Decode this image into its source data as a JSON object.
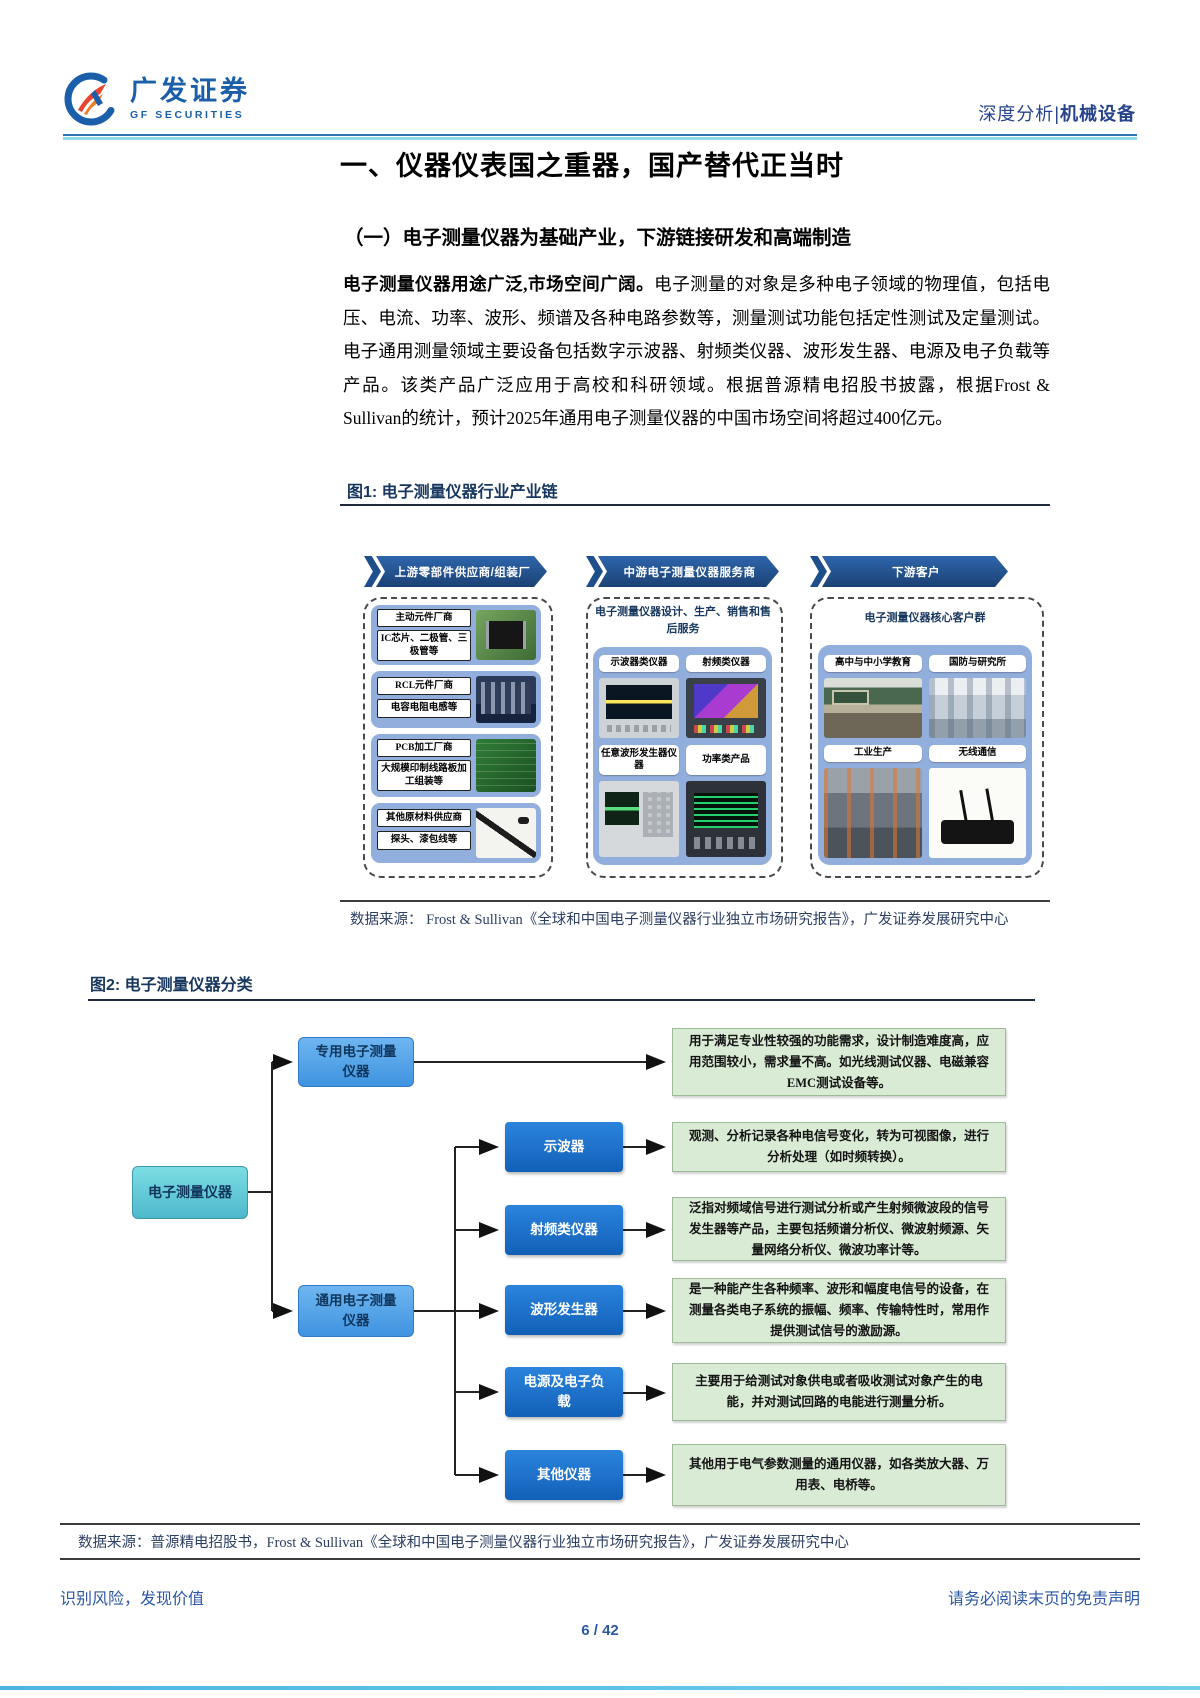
{
  "colors": {
    "brand_blue": "#1B5FAA",
    "title_navy": "#17375E",
    "banner_blue": "#1F4E8C",
    "block_blue": "#92AEDC",
    "root_cyan": "#5FC9D5",
    "branch_blue": "#55A7EB",
    "type_blue": "#1B6FD0",
    "green_box": "#D9EBD5",
    "footer_blue": "#2B57A5",
    "bottom_rule_cyan": "#5AC8E8"
  },
  "header": {
    "logo_cn": "广发证券",
    "logo_en": "GF SECURITIES",
    "right_label": "深度分析",
    "right_separator": "|",
    "right_category": "机械设备"
  },
  "section": {
    "h1": "一、仪器仪表国之重器，国产替代正当时",
    "h2": "（一）电子测量仪器为基础产业，下游链接研发和高端制造"
  },
  "paragraph": {
    "bold_lead": "电子测量仪器用途广泛,市场空间广阔。",
    "body": "电子测量的对象是多种电子领域的物理值，包括电压、电流、功率、波形、频谱及各种电路参数等，测量测试功能包括定性测试及定量测试。电子通用测量领域主要设备包括数字示波器、射频类仪器、波形发生器、电源及电子负载等产品。该类产品广泛应用于高校和科研领域。根据普源精电招股书披露，根据Frost & Sullivan的统计，预计2025年通用电子测量仪器的中国市场空间将超过400亿元。"
  },
  "figure1": {
    "title": "图1:  电子测量仪器行业产业链",
    "source": "数据来源：  Frost & Sullivan《全球和中国电子测量仪器行业独立市场研究报告》，广发证券发展研究中心",
    "upstream": {
      "header": "上游零部件供应商/组装厂",
      "blocks": [
        {
          "title": "主动元件厂商",
          "desc": "IC芯片、二极管、三极管等"
        },
        {
          "title": "RCL元件厂商",
          "desc": "电容电阻电感等"
        },
        {
          "title": "PCB加工厂商",
          "desc": "大规模印制线路板加工组装等"
        },
        {
          "title": "其他原材料供应商",
          "desc": "探头、漆包线等"
        }
      ]
    },
    "midstream": {
      "header": "中游电子测量仪器服务商",
      "subtitle": "电子测量仪器设计、生产、销售和售后服务",
      "items": [
        "示波器类仪器",
        "射频类仪器",
        "任意波形发生器仪器",
        "功率类产品"
      ]
    },
    "downstream": {
      "header": "下游客户",
      "subtitle": "电子测量仪器核心客户群",
      "items": [
        "高中与中小学教育",
        "国防与研究所",
        "工业生产",
        "无线通信"
      ]
    }
  },
  "figure2": {
    "title": "图2:  电子测量仪器分类",
    "root": "电子测量仪器",
    "branches": [
      "专用电子测量仪器",
      "通用电子测量仪器"
    ],
    "general_types": [
      "示波器",
      "射频类仪器",
      "波形发生器",
      "电源及电子负载",
      "其他仪器"
    ],
    "descriptions": [
      "用于满足专业性较强的功能需求，设计制造难度高，应用范围较小，需求量不高。如光线测试仪器、电磁兼容EMC测试设备等。",
      "观测、分析记录各种电信号变化，转为可视图像，进行分析处理（如时频转换）。",
      "泛指对频域信号进行测试分析或产生射频微波段的信号发生器等产品，主要包括频谱分析仪、微波射频源、矢量网络分析仪、微波功率计等。",
      "是一种能产生各种频率、波形和幅度电信号的设备，在测量各类电子系统的振幅、频率、传输特性时，常用作提供测试信号的激励源。",
      "主要用于给测试对象供电或者吸收测试对象产生的电能，并对测试回路的电能进行测量分析。",
      "其他用于电气参数测量的通用仪器，如各类放大器、万用表、电桥等。"
    ],
    "source": "数据来源：普源精电招股书，Frost & Sullivan《全球和中国电子测量仪器行业独立市场研究报告》，广发证券发展研究中心"
  },
  "footer": {
    "left": "识别风险，发现价值",
    "right": "请务必阅读末页的免责声明",
    "page": "6 / 42"
  }
}
